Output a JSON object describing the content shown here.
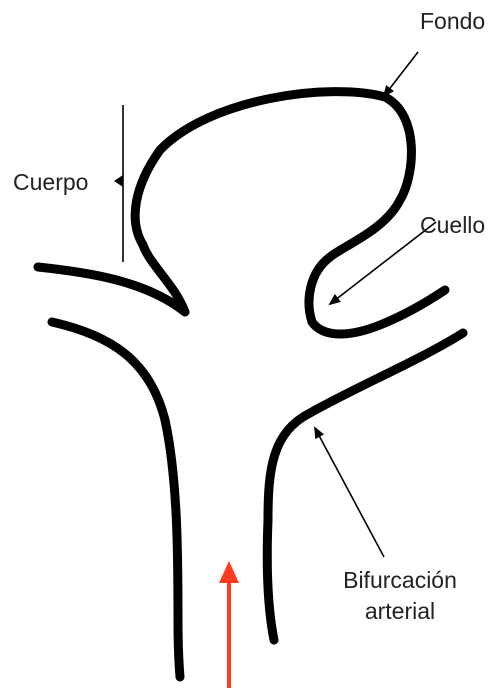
{
  "labels": {
    "fondo": "Fondo",
    "cuerpo": "Cuerpo",
    "cuello": "Cuello",
    "bifurcacion_line1": "Bifurcación",
    "bifurcacion_line2": "arterial"
  },
  "colors": {
    "vessel": "#000000",
    "flow_arrow": "#ff3b1f",
    "text": "#222222"
  }
}
